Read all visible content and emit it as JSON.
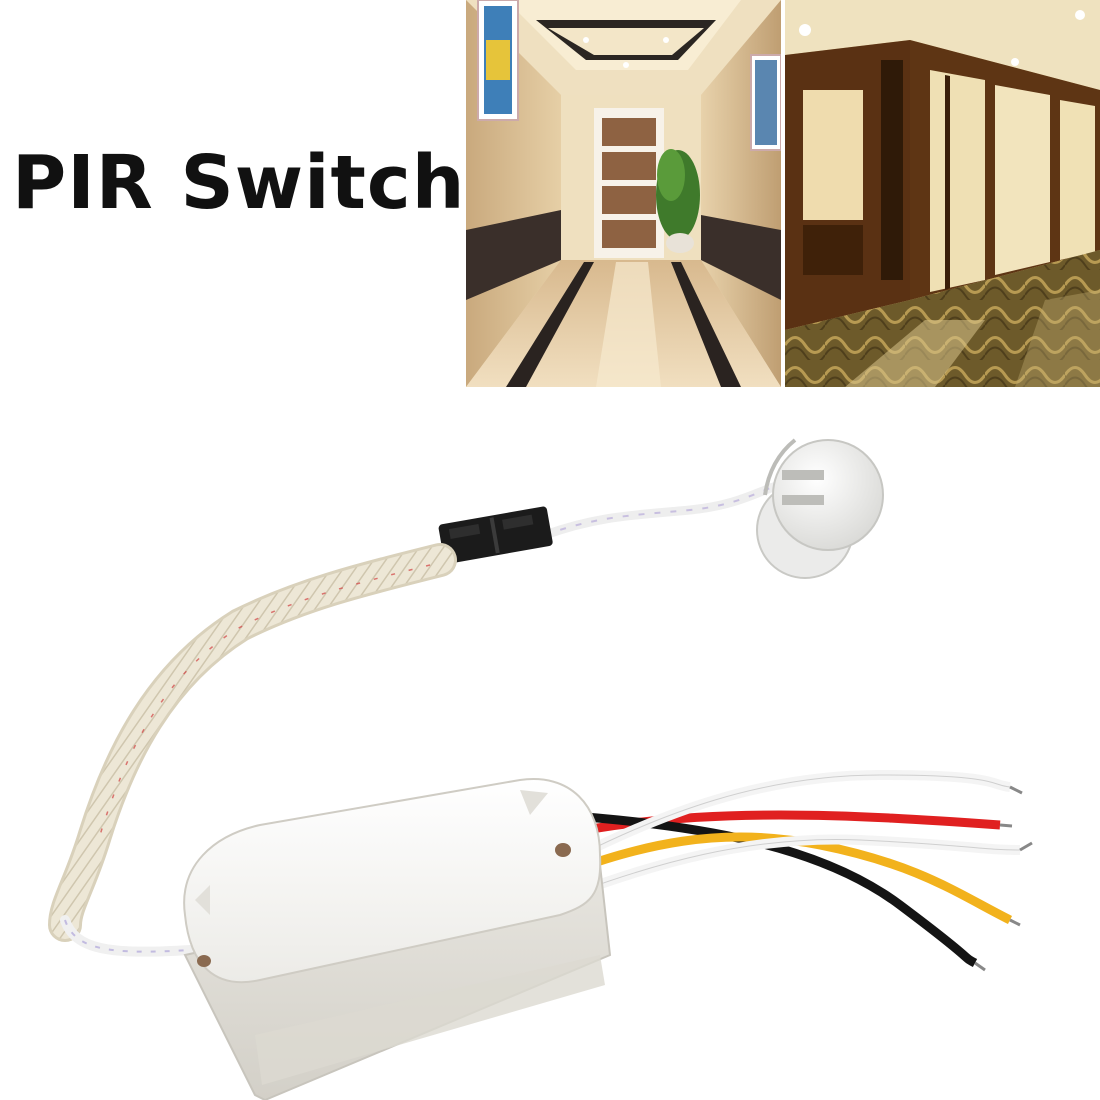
{
  "title": "PIR Switch",
  "photos": [
    {
      "name": "hallway-interior-photo"
    },
    {
      "name": "corridor-wood-panel-photo"
    }
  ],
  "product": {
    "name": "pir-sensor-switch-product-photo"
  },
  "colors": {
    "wire_red": "#e02020",
    "wire_yellow": "#f2b21c",
    "wire_black": "#141414",
    "wire_white": "#f4f4f4",
    "housing": "#f7f7f5"
  }
}
